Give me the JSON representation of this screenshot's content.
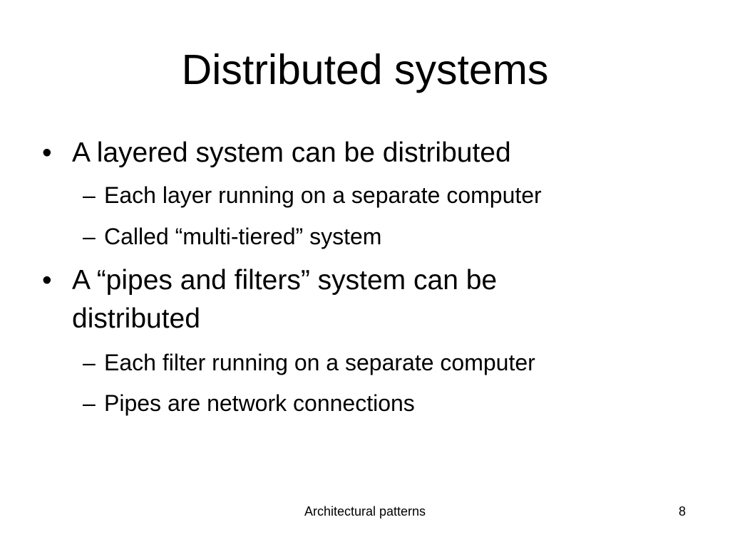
{
  "slide": {
    "title": "Distributed systems",
    "bullets": [
      {
        "symbol": "•",
        "text": "A layered system can be distributed",
        "subitems": [
          {
            "symbol": "–",
            "text": "Each layer running on a separate computer"
          },
          {
            "symbol": "–",
            "text": "Called “multi-tiered” system"
          }
        ]
      },
      {
        "symbol": "•",
        "text": "A “pipes and filters” system can be distributed",
        "subitems": [
          {
            "symbol": "–",
            "text": "Each filter running on a separate computer"
          },
          {
            "symbol": "–",
            "text": "Pipes are network connections"
          }
        ]
      }
    ],
    "footer": "Architectural patterns",
    "page_number": "8"
  }
}
